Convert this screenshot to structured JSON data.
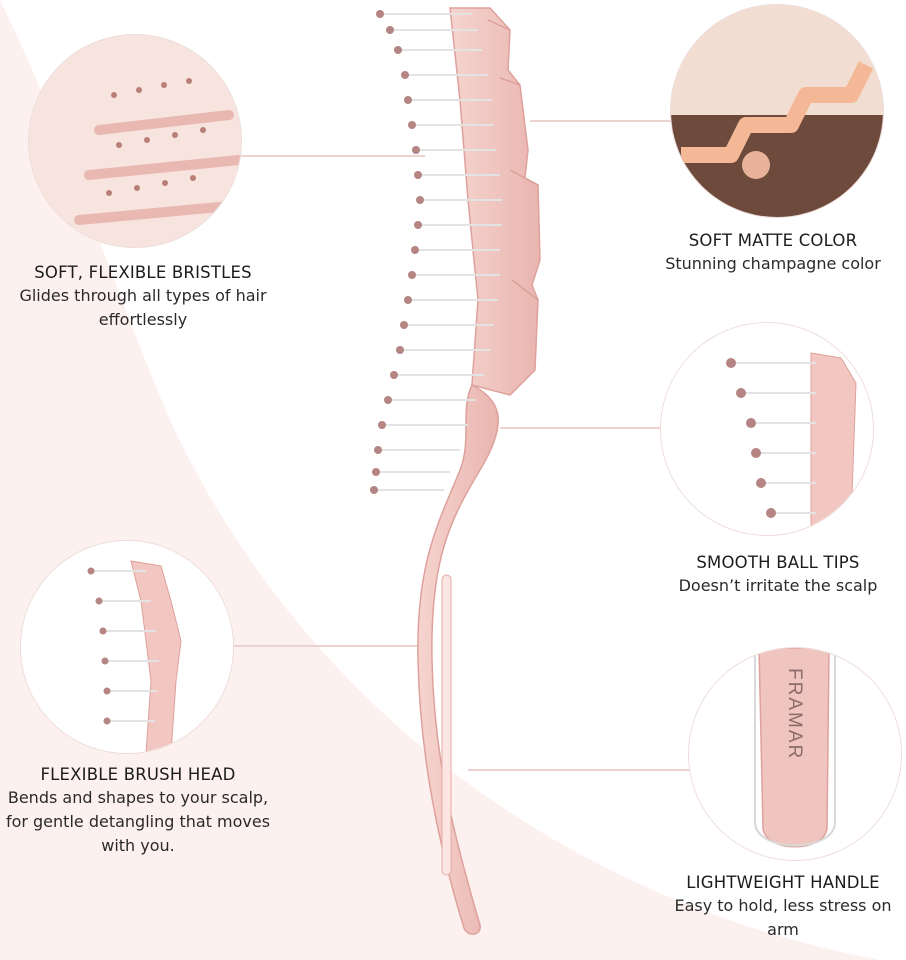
{
  "colors": {
    "brush_pink": "#f2c7c2",
    "brush_shadow": "#e2a9a4",
    "ball_tip": "#b48583",
    "bristle": "#eeeeee",
    "connector": "#ecd3d0",
    "background_curve": "#fdf1f0"
  },
  "features": [
    {
      "id": "bristles",
      "title": "SOFT, FLEXIBLE BRISTLES",
      "desc": "Glides through all types of hair effortlessly"
    },
    {
      "id": "color",
      "title": "SOFT MATTE COLOR",
      "desc": "Stunning champagne color"
    },
    {
      "id": "tips",
      "title": "SMOOTH BALL TIPS",
      "desc": "Doesn’t irritate the scalp"
    },
    {
      "id": "head",
      "title": "FLEXIBLE BRUSH HEAD",
      "desc": "Bends and shapes to your scalp, for gentle detangling that moves with you."
    },
    {
      "id": "handle",
      "title": "LIGHTWEIGHT HANDLE",
      "desc": "Easy to hold, less stress on arm"
    }
  ],
  "brand": {
    "logo_text": "FRAMAR"
  }
}
